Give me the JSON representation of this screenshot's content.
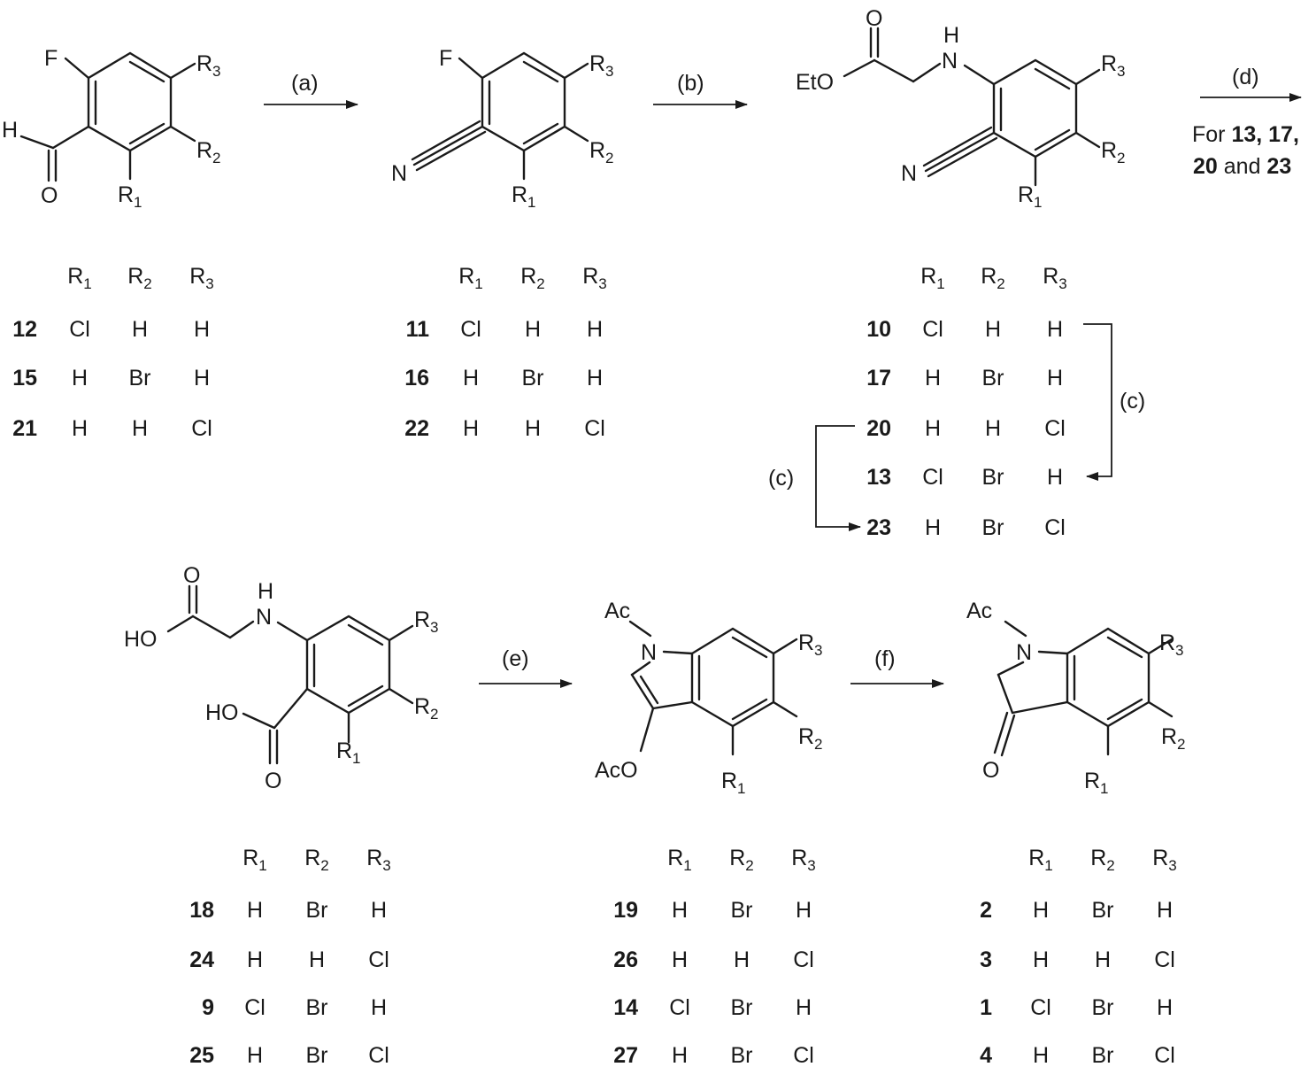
{
  "steps": {
    "a": "(a)",
    "b": "(b)",
    "c": "(c)",
    "d": "(d)",
    "e": "(e)",
    "f": "(f)"
  },
  "d_note": {
    "line1_prefix": "For ",
    "line1_bold": "13, 17,",
    "line2_bold_a": "20",
    "line2_mid": " and ",
    "line2_bold_b": "23"
  },
  "atoms": {
    "F": "F",
    "H": "H",
    "O": "O",
    "N": "N",
    "R": "R",
    "EtO": "EtO",
    "HO": "HO",
    "Ac": "Ac",
    "AcO": "AcO",
    "sub1": "1",
    "sub2": "2",
    "sub3": "3"
  },
  "table_headers": [
    "R1",
    "R2",
    "R3"
  ],
  "tables": [
    {
      "group": "aldehydes",
      "rows": [
        {
          "id": "12",
          "r1": "Cl",
          "r2": "H",
          "r3": "H"
        },
        {
          "id": "15",
          "r1": "H",
          "r2": "Br",
          "r3": "H"
        },
        {
          "id": "21",
          "r1": "H",
          "r2": "H",
          "r3": "Cl"
        }
      ]
    },
    {
      "group": "nitriles",
      "rows": [
        {
          "id": "11",
          "r1": "Cl",
          "r2": "H",
          "r3": "H"
        },
        {
          "id": "16",
          "r1": "H",
          "r2": "Br",
          "r3": "H"
        },
        {
          "id": "22",
          "r1": "H",
          "r2": "H",
          "r3": "Cl"
        }
      ]
    },
    {
      "group": "glycine-esters",
      "rows": [
        {
          "id": "10",
          "r1": "Cl",
          "r2": "H",
          "r3": "H"
        },
        {
          "id": "17",
          "r1": "H",
          "r2": "Br",
          "r3": "H"
        },
        {
          "id": "20",
          "r1": "H",
          "r2": "H",
          "r3": "Cl"
        },
        {
          "id": "13",
          "r1": "Cl",
          "r2": "Br",
          "r3": "H"
        },
        {
          "id": "23",
          "r1": "H",
          "r2": "Br",
          "r3": "Cl"
        }
      ]
    },
    {
      "group": "diacids",
      "rows": [
        {
          "id": "18",
          "r1": "H",
          "r2": "Br",
          "r3": "H"
        },
        {
          "id": "24",
          "r1": "H",
          "r2": "H",
          "r3": "Cl"
        },
        {
          "id": "9",
          "r1": "Cl",
          "r2": "Br",
          "r3": "H"
        },
        {
          "id": "25",
          "r1": "H",
          "r2": "Br",
          "r3": "Cl"
        }
      ]
    },
    {
      "group": "indoxyl-acetates",
      "rows": [
        {
          "id": "19",
          "r1": "H",
          "r2": "Br",
          "r3": "H"
        },
        {
          "id": "26",
          "r1": "H",
          "r2": "H",
          "r3": "Cl"
        },
        {
          "id": "14",
          "r1": "Cl",
          "r2": "Br",
          "r3": "H"
        },
        {
          "id": "27",
          "r1": "H",
          "r2": "Br",
          "r3": "Cl"
        }
      ]
    },
    {
      "group": "indoxyls",
      "rows": [
        {
          "id": "2",
          "r1": "H",
          "r2": "Br",
          "r3": "H"
        },
        {
          "id": "3",
          "r1": "H",
          "r2": "H",
          "r3": "Cl"
        },
        {
          "id": "1",
          "r1": "Cl",
          "r2": "Br",
          "r3": "H"
        },
        {
          "id": "4",
          "r1": "H",
          "r2": "Br",
          "r3": "Cl"
        }
      ]
    }
  ]
}
